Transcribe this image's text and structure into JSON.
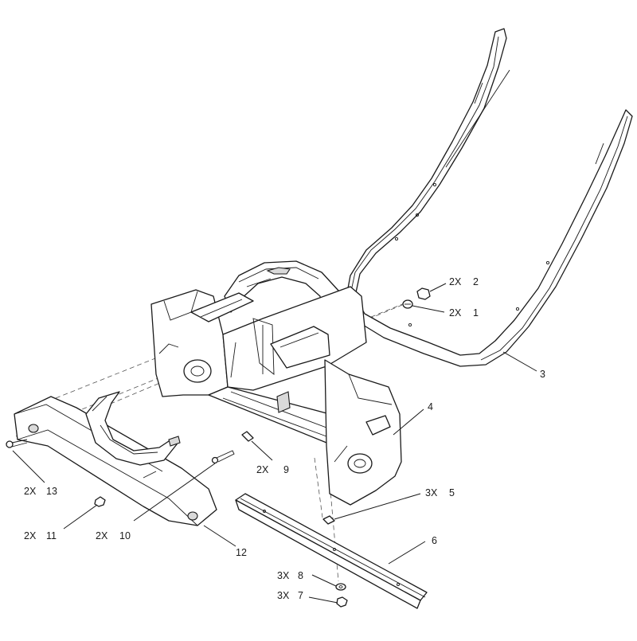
{
  "callouts": [
    {
      "id": "c1",
      "qty": "2X",
      "num": "1"
    },
    {
      "id": "c2",
      "qty": "2X",
      "num": "2"
    },
    {
      "id": "c3",
      "qty": "",
      "num": "3"
    },
    {
      "id": "c4",
      "qty": "",
      "num": "4"
    },
    {
      "id": "c5",
      "qty": "3X",
      "num": "5"
    },
    {
      "id": "c6",
      "qty": "",
      "num": "6"
    },
    {
      "id": "c7",
      "qty": "3X",
      "num": "7"
    },
    {
      "id": "c8",
      "qty": "3X",
      "num": "8"
    },
    {
      "id": "c9",
      "qty": "2X",
      "num": "9"
    },
    {
      "id": "c10",
      "qty": "2X",
      "num": "10"
    },
    {
      "id": "c11",
      "qty": "2X",
      "num": "11"
    },
    {
      "id": "c12",
      "qty": "",
      "num": "12"
    },
    {
      "id": "c13",
      "qty": "2X",
      "num": "13"
    }
  ]
}
